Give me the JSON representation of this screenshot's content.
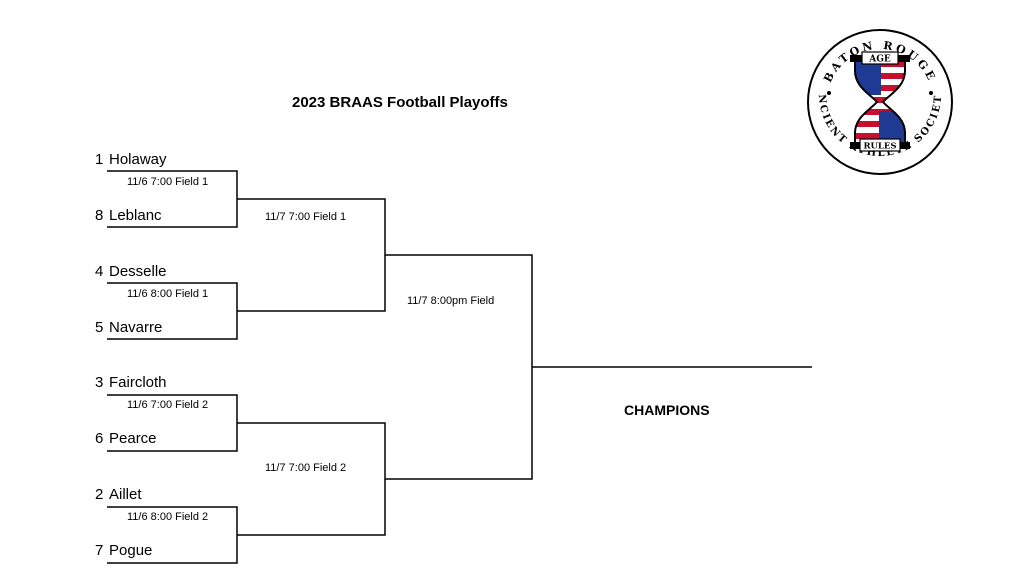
{
  "title": "2023 BRAAS Football Playoffs",
  "champions_label": "CHAMPIONS",
  "teams": [
    {
      "seed": "1",
      "name": "Holaway"
    },
    {
      "seed": "8",
      "name": "Leblanc"
    },
    {
      "seed": "4",
      "name": "Desselle"
    },
    {
      "seed": "5",
      "name": "Navarre"
    },
    {
      "seed": "3",
      "name": "Faircloth"
    },
    {
      "seed": "6",
      "name": "Pearce"
    },
    {
      "seed": "2",
      "name": "Aillet"
    },
    {
      "seed": "7",
      "name": "Pogue"
    }
  ],
  "round1_games": [
    "11/6 7:00 Field 1",
    "11/6 8:00 Field 1",
    "11/6 7:00 Field 2",
    "11/6 8:00 Field 2"
  ],
  "round2_games": [
    "11/7 7:00 Field 1",
    "11/7 7:00 Field 2"
  ],
  "final_game": "11/7 8:00pm Field",
  "logo": {
    "top_text": "BATON ROUGE",
    "bottom_text": "ANCIENT ATHLETE SOCIETY",
    "banner_top": "AGE",
    "banner_bottom": "RULES",
    "colors": {
      "red": "#c8102e",
      "blue": "#1f3a93",
      "white": "#ffffff",
      "black": "#000000"
    }
  }
}
